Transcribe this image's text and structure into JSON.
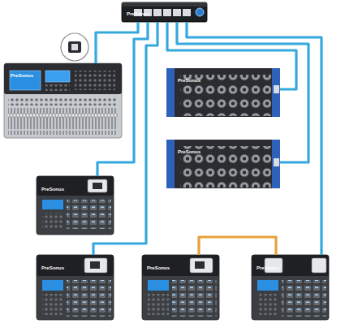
{
  "diagram": {
    "nodes": [
      {
        "text": [
          "PreSonus"
        ]
      },
      {
        "text": [
          "PreSonus"
        ]
      },
      {
        "text": [
          "PreSonus"
        ]
      },
      {
        "text": [
          "PreSonus"
        ]
      },
      {
        "text": [
          "PreSonus"
        ]
      },
      {
        "text": [
          "PreSonus"
        ]
      },
      {
        "text": [
          "PreSonus"
        ]
      },
      {
        "text": [
          "PreSonus"
        ]
      }
    ],
    "edges": [
      {
        "from": 0,
        "to": 1,
        "arrow": "none"
      },
      {
        "from": 0,
        "to": 4,
        "arrow": "none"
      },
      {
        "from": 0,
        "to": 5,
        "arrow": "none"
      },
      {
        "from": 0,
        "to": 2,
        "arrow": "none"
      },
      {
        "from": 0,
        "to": 3,
        "arrow": "none"
      },
      {
        "from": 0,
        "to": 7,
        "arrow": "none"
      },
      {
        "from": 6,
        "to": 7,
        "arrow": "none"
      }
    ]
  }
}
